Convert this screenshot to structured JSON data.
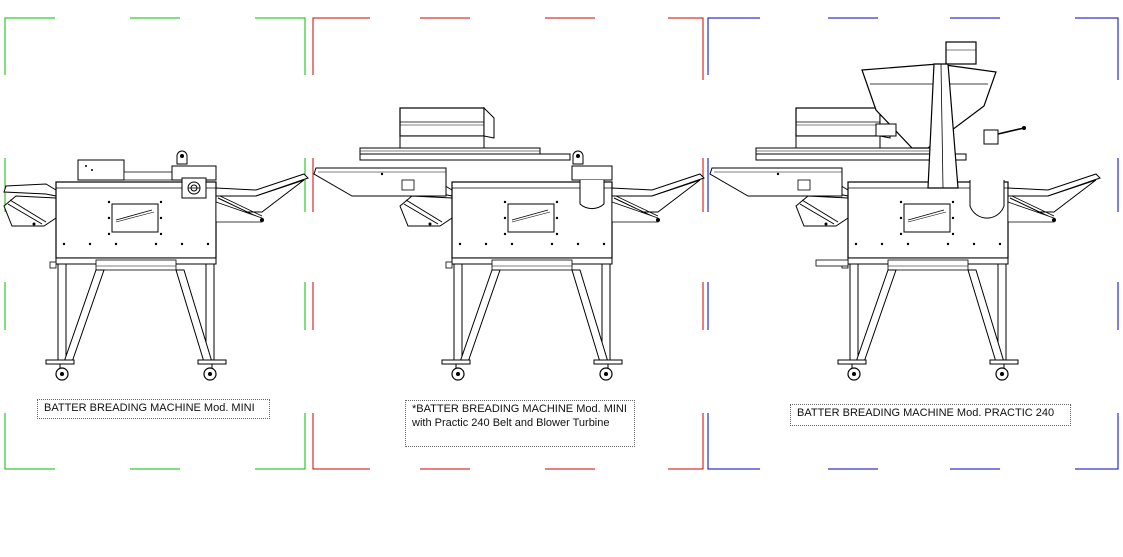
{
  "frame_colors": {
    "panel1": "#00c000",
    "panel2": "#d00000",
    "panel3": "#0000c0"
  },
  "line_color": "#000000",
  "panels": [
    {
      "id": "mini",
      "caption": "BATTER BREADING MACHINE Mod. MINI"
    },
    {
      "id": "mini-practic",
      "caption": "*BATTER BREADING MACHINE Mod. MINI with Practic 240 Belt and Blower Turbine"
    },
    {
      "id": "practic-240",
      "caption": "BATTER BREADING MACHINE Mod. PRACTIC 240"
    }
  ]
}
